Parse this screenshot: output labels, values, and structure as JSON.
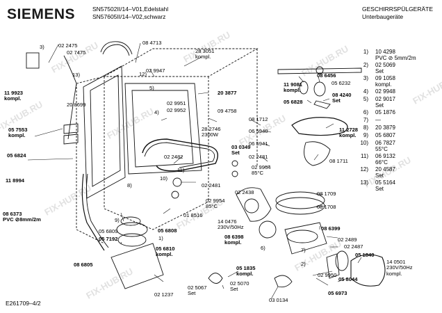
{
  "header": {
    "brand": "SIEMENS",
    "model_line1": "SN57502II/14–V01,Edelstahl",
    "model_line2": "SN57605II/14–V02,schwarz",
    "category_line1": "GESCHIRRSPÜLGERÄTE",
    "category_line2": "Unterbaugeräte"
  },
  "watermark": "FIX-HUB.RU",
  "footer": {
    "doc_code": "E261709–4/2"
  },
  "legend": [
    {
      "num": "1)",
      "text": "10 4298\nPVC ⊘ 5mm/2m"
    },
    {
      "num": "2)",
      "text": "02 5069\nSet"
    },
    {
      "num": "3)",
      "text": "09 1058\nkompl."
    },
    {
      "num": "4)",
      "text": "02 9948"
    },
    {
      "num": "5)",
      "text": "02 9017\nSet"
    },
    {
      "num": "6)",
      "text": "05 1876"
    },
    {
      "num": "7)",
      "text": "—"
    },
    {
      "num": "8)",
      "text": "20 3879"
    },
    {
      "num": "9)",
      "text": "05 6807"
    },
    {
      "num": "10)",
      "text": "06 7827\n55°C"
    },
    {
      "num": "11)",
      "text": "06 9132\n66°C"
    },
    {
      "num": "12)",
      "text": "20 4587\nSet"
    },
    {
      "num": "13)",
      "text": "05 5164\nSet"
    }
  ],
  "labels": [
    {
      "id": "p-022475",
      "text": "02 2475"
    },
    {
      "id": "p-027475",
      "text": "02 7475"
    },
    {
      "id": "p-084713",
      "text": "08 4713"
    },
    {
      "id": "p-283051",
      "text": "28 3051\nkompl."
    },
    {
      "id": "p-029947",
      "text": "02 9947"
    },
    {
      "id": "p-119923",
      "text": "11 9923\nkompl."
    },
    {
      "id": "p-203877",
      "text": "20 3877"
    },
    {
      "id": "p-208699",
      "text": "20 8699"
    },
    {
      "id": "p-029951",
      "text": "02 9951"
    },
    {
      "id": "p-029952",
      "text": "02 9952"
    },
    {
      "id": "p-094758",
      "text": "09 4758"
    },
    {
      "id": "p-057553",
      "text": "05 7553\nkompl."
    },
    {
      "id": "p-282746",
      "text": "28 2746\n2300W"
    },
    {
      "id": "p-056824",
      "text": "05 6824"
    },
    {
      "id": "p-022482",
      "text": "02 2482"
    },
    {
      "id": "p-030349",
      "text": "03 0349\nSet"
    },
    {
      "id": "p-118994",
      "text": "11 8994"
    },
    {
      "id": "p-022481a",
      "text": "02 2481"
    },
    {
      "id": "p-022438",
      "text": "02 2438"
    },
    {
      "id": "p-029954a",
      "text": "02 9954\n85°C"
    },
    {
      "id": "p-018516",
      "text": "01 8516"
    },
    {
      "id": "p-086373",
      "text": "08 6373\nPVC ⊘8mm/2m"
    },
    {
      "id": "p-056809",
      "text": "05 6809"
    },
    {
      "id": "p-057192",
      "text": "05 7192"
    },
    {
      "id": "p-056808",
      "text": "05 6808"
    },
    {
      "id": "p-144476",
      "text": "14 0476\n230V/50Hz"
    },
    {
      "id": "p-086398",
      "text": "08 6398\nkompl."
    },
    {
      "id": "p-056810",
      "text": "05 6810\nkompl."
    },
    {
      "id": "p-086805",
      "text": "08 6805"
    },
    {
      "id": "p-025067",
      "text": "02 5067\nSet"
    },
    {
      "id": "p-021237",
      "text": "02 1237"
    },
    {
      "id": "p-051835",
      "text": "05 1835\nkompl."
    },
    {
      "id": "p-025070",
      "text": "02 5070\nSet"
    },
    {
      "id": "p-030134",
      "text": "03 0134"
    },
    {
      "id": "p-119081",
      "text": "11 9081\nkompl."
    },
    {
      "id": "p-086456",
      "text": "08 6456"
    },
    {
      "id": "p-056232",
      "text": "05 6232"
    },
    {
      "id": "p-084240",
      "text": "08 4240\nSet"
    },
    {
      "id": "p-056828",
      "text": "05 6828"
    },
    {
      "id": "p-081712",
      "text": "08 1712"
    },
    {
      "id": "p-065940",
      "text": "06 5940"
    },
    {
      "id": "p-065941",
      "text": "06 5941"
    },
    {
      "id": "p-022481b",
      "text": "02 2481"
    },
    {
      "id": "p-029954b",
      "text": "02 9954\n85°C"
    },
    {
      "id": "p-112728",
      "text": "11 2728\nkompl."
    },
    {
      "id": "p-081711",
      "text": "08 1711"
    },
    {
      "id": "p-081709",
      "text": "08 1709"
    },
    {
      "id": "p-081708",
      "text": "08 1708"
    },
    {
      "id": "p-086399",
      "text": "08 6399"
    },
    {
      "id": "p-022489",
      "text": "02 2489"
    },
    {
      "id": "p-022487",
      "text": "02 2487"
    },
    {
      "id": "p-051840",
      "text": "05 1840"
    },
    {
      "id": "p-140501",
      "text": "14 0501\n230V/50Hz\nkompl."
    },
    {
      "id": "p-029950",
      "text": "02 9950"
    },
    {
      "id": "p-058044",
      "text": "05 8044"
    },
    {
      "id": "p-056973",
      "text": "05 6973"
    }
  ],
  "callouts": [
    "1)",
    "2)",
    "3)",
    "4)",
    "5)",
    "6)",
    "7)",
    "8)",
    "9)",
    "10)",
    "11)",
    "12)",
    "13)"
  ]
}
